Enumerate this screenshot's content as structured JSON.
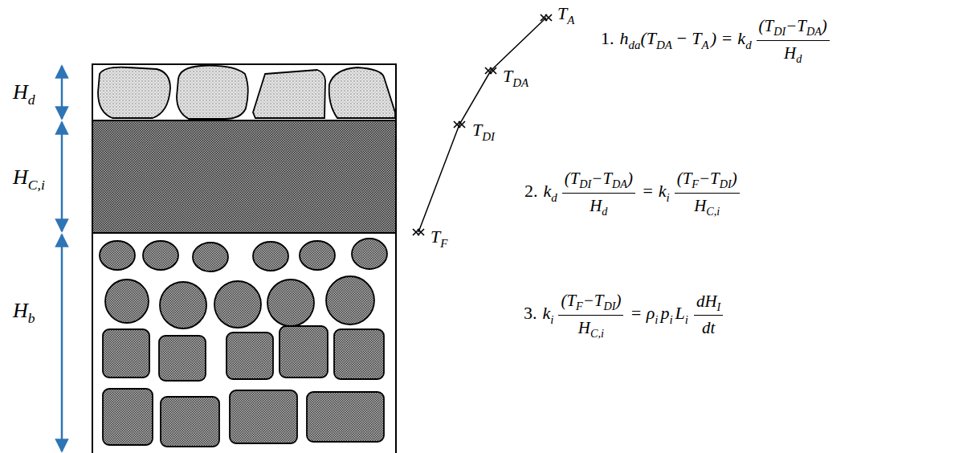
{
  "diagram": {
    "labels": [
      "H",
      "d",
      "H",
      "C,i",
      "H",
      "b",
      "T",
      "A",
      "T",
      "DA",
      "T",
      "DI",
      "T",
      "F",
      "1.",
      "h",
      "da",
      "(T",
      "DA",
      "− T",
      "A",
      ") =",
      "k",
      "d",
      "(T",
      "DI",
      "−T",
      "DA",
      ")",
      "H",
      "d",
      "2.",
      "k",
      "d",
      "(T",
      "DI",
      "−T",
      "DA",
      ")",
      "H",
      "d",
      "=",
      "k",
      "i",
      "(T",
      "F",
      "−T",
      "DI",
      ")",
      "H",
      "C,i",
      "3.",
      "k",
      "i",
      "(T",
      "F",
      "−T",
      "DI",
      ")",
      "H",
      "C,i",
      "= ρ",
      "i",
      "p",
      "i",
      "L",
      "i",
      "dH",
      "I",
      "dt"
    ]
  }
}
